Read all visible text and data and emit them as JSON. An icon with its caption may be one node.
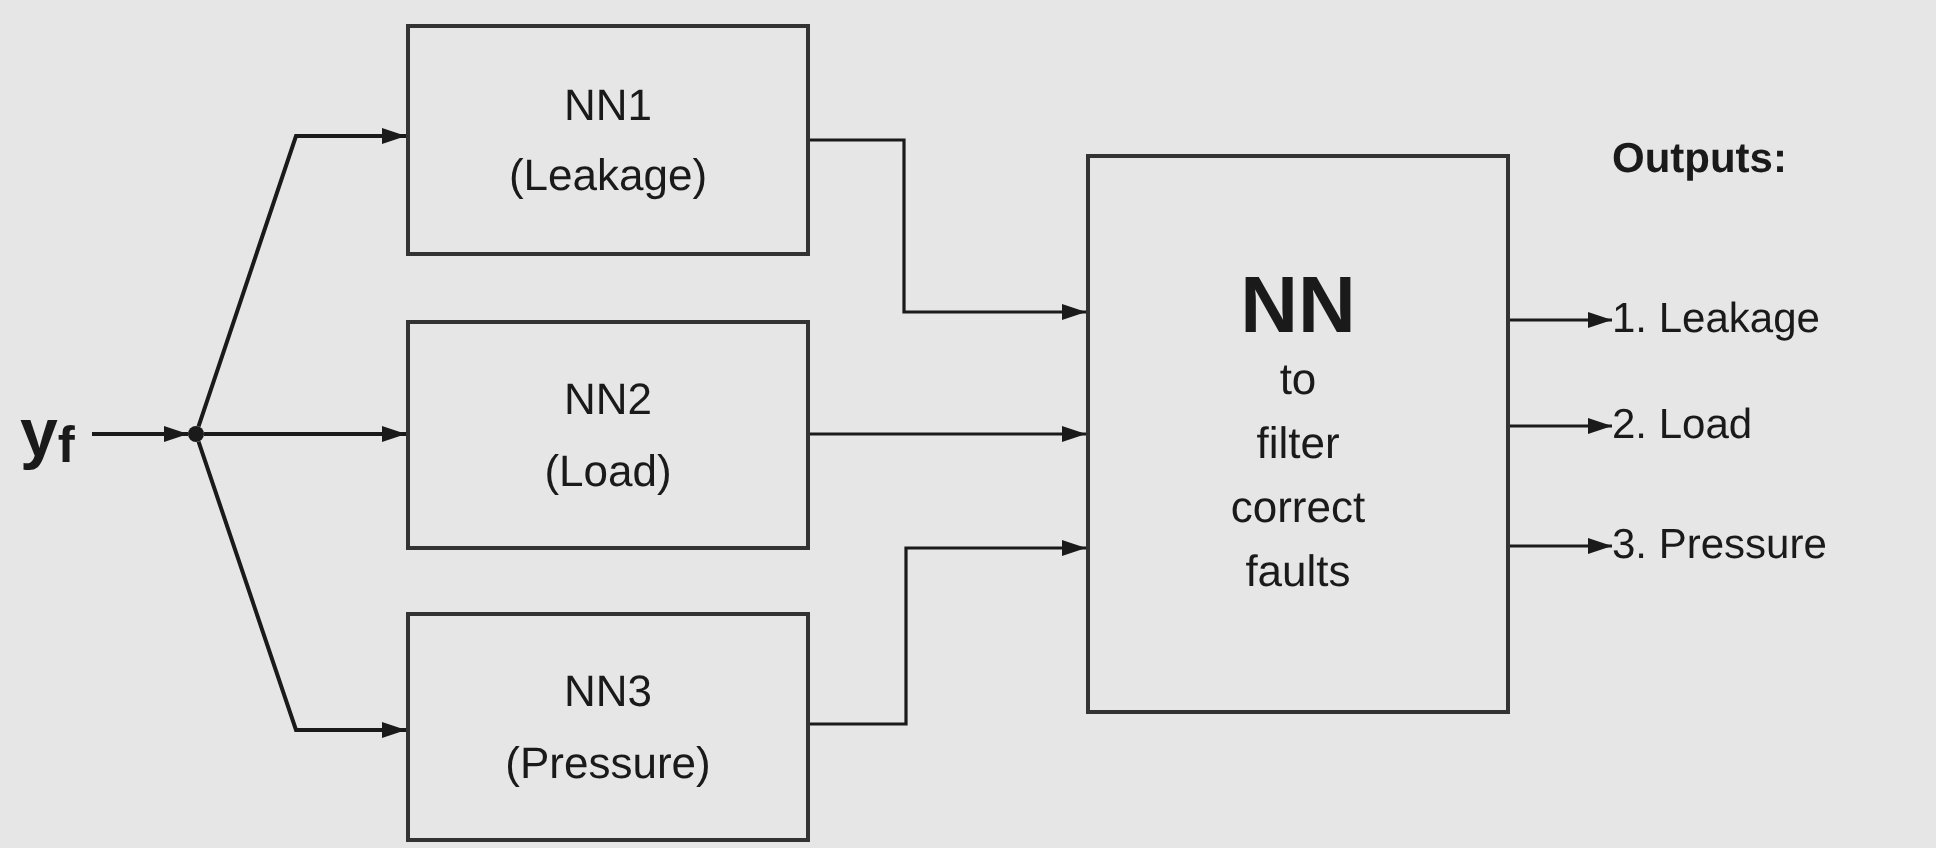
{
  "diagram": {
    "nodes": [
      {
        "text": [
          "y$_{f}$"
        ]
      },
      {
        "text": [],
        "shape": "circle"
      },
      {
        "text": [
          "NN1",
          "(Leakage)"
        ]
      },
      {
        "text": [
          "NN2",
          "(Load)"
        ]
      },
      {
        "text": [
          "NN3",
          "(Pressure)"
        ]
      },
      {
        "text": [
          "NN",
          "to filter correct faults"
        ]
      },
      {
        "text": [
          "1. Leakage"
        ]
      },
      {
        "text": [
          "2. Load"
        ]
      },
      {
        "text": [
          "3. Pressure"
        ]
      }
    ],
    "edges": [
      {
        "from": 0,
        "to": 1,
        "arrow": "to"
      },
      {
        "from": 1,
        "to": 2,
        "arrow": "to"
      },
      {
        "from": 1,
        "to": 3,
        "arrow": "to"
      },
      {
        "from": 1,
        "to": 4,
        "arrow": "to"
      },
      {
        "from": 2,
        "to": 5,
        "arrow": "to"
      },
      {
        "from": 3,
        "to": 5,
        "arrow": "to"
      },
      {
        "from": 4,
        "to": 5,
        "arrow": "to"
      },
      {
        "from": 5,
        "to": 6,
        "arrow": "to"
      },
      {
        "from": 5,
        "to": 7,
        "arrow": "to"
      },
      {
        "from": 5,
        "to": 8,
        "arrow": "to"
      }
    ],
    "labels": [
      "Outputs:"
    ]
  }
}
